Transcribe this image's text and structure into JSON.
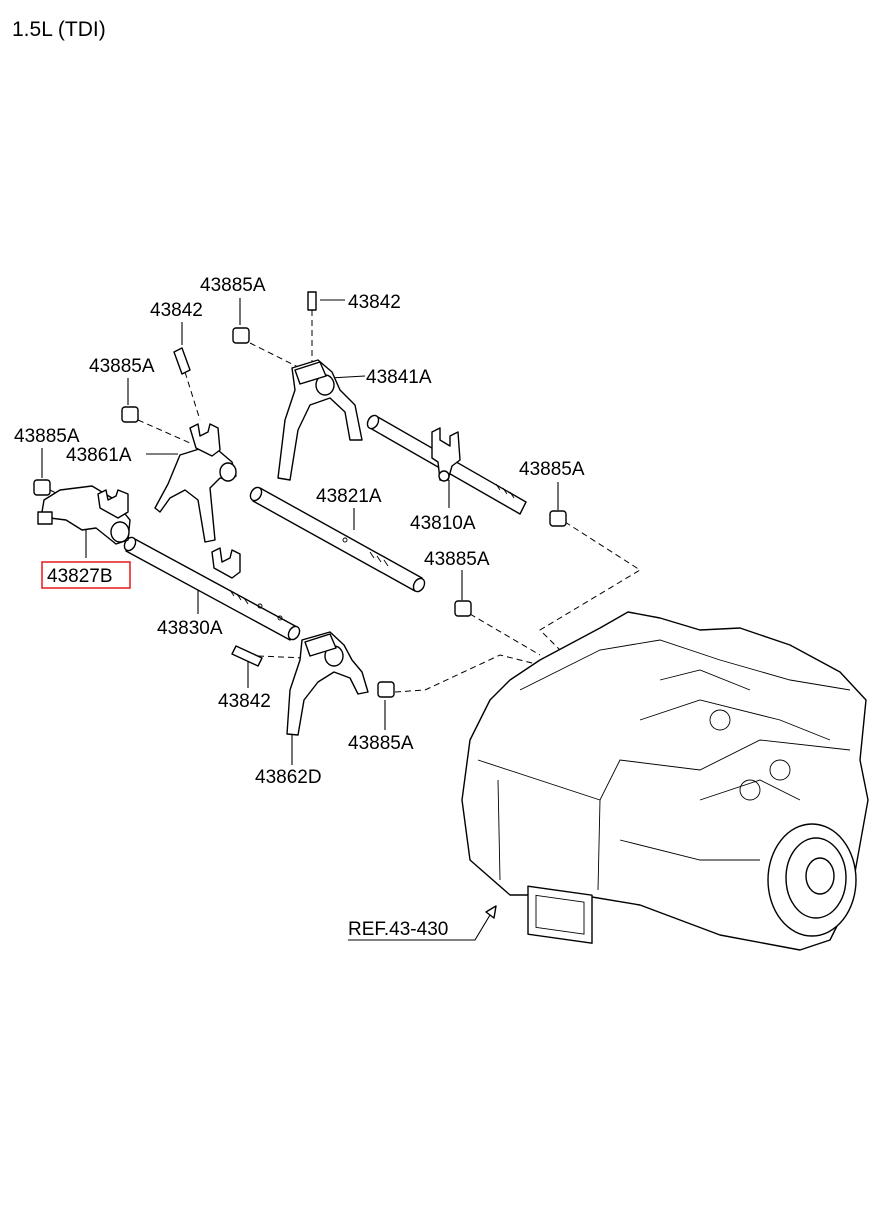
{
  "title": "1.5L (TDI)",
  "highlight_color": "#e8262a",
  "labels": {
    "p43885A_1": "43885A",
    "p43842_1": "43842",
    "p43842_2": "43842",
    "p43885A_2": "43885A",
    "p43841A": "43841A",
    "p43885A_3": "43885A",
    "p43861A": "43861A",
    "p43821A": "43821A",
    "p43885A_4": "43885A",
    "p43810A": "43810A",
    "p43827B": "43827B",
    "p43885A_5": "43885A",
    "p43830A": "43830A",
    "p43842_3": "43842",
    "p43885A_6": "43885A",
    "p43862D": "43862D",
    "ref": "REF.43-430"
  }
}
